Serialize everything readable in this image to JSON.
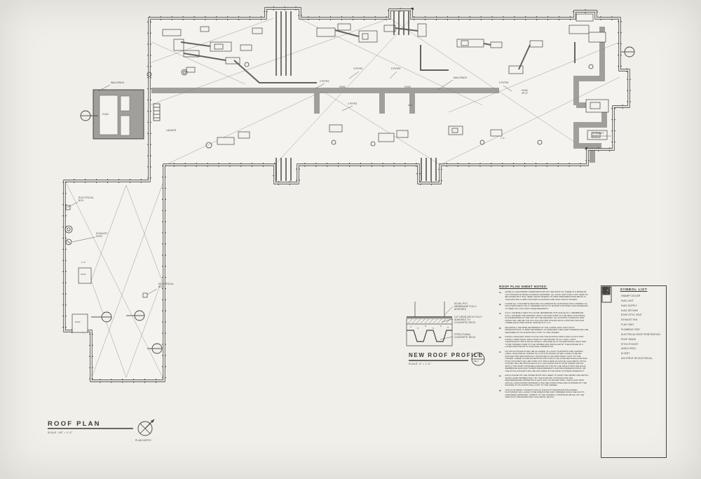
{
  "colors": {
    "paper": "#f1efea",
    "line": "#45443f",
    "thin": "#6f6e6a",
    "walkpad": "#a09f9b"
  },
  "titles": {
    "roof_plan_label": "ROOF PLAN",
    "roof_plan_scale": "SCALE: 1/8\" = 1'-0\"",
    "plan_north_label": "PLAN NORTH",
    "profile_label": "NEW ROOF PROFILE",
    "profile_scale": "SCALE: 3\" = 1'-0\"",
    "profile_bubble_top": "1",
    "profile_bubble_bottom": "RD-1"
  },
  "plan": {
    "walkpads": "WALKPADS",
    "hvac": "HVAC",
    "hvac_29": "HVAC\n29'-6\"",
    "ladder": "LADDER",
    "electrical_box": "ELECTRICAL\nBOX",
    "exhaust_vent": "EXHAUST\nVENT",
    "pipes_2": "2 PIPES",
    "pipes_3": "3 PIPES",
    "pipes_5": "5 PIPES",
    "dim_8_8": "8'-8\"",
    "dim_7_6": "7'-6\"",
    "dim_3_4": "3'-4\""
  },
  "profile": {
    "callout1": "60 MIL PVC\nMEMBRANE FULLY\nADHERED",
    "callout2": "1/4\" DENS-DECK FULLY\nADHERED TO\nCONCRETE DECK",
    "callout3": "STRUCTURAL\nCONCRETE DECK"
  },
  "sheet_notes": {
    "title": "ROOF PLAN SHEET NOTES:",
    "notes": [
      {
        "id": "A/",
        "text": "RAISE ALL EQUIPMENT PENETRATIONS ON THE ROOF SO THERE IS A MINIMUM OF 8 INCHES OF BASE FLASHING EXPOSED. ALL HVAC UNITS WILL NOT NEED TO BE RAISED BUT WILL NEED SHORT RISERS OF NEW PREFABRICATED METAL IF THE EXISTING CURB COUNTER FLASHINGS ARE LESS THAN 8 INCHES."
      },
      {
        "id": "B/",
        "text": "COVER ALL CONCRETE DECKING ON HORIZONTAL SURFACES WITH PRIMED 1/2 INCH DENS-DECK FULLY ADHERED WITH SLY BOARD LOW RISE FOAM ADHESIVE TO MEET FM 1-90 UPLIFT REQUIREMENTS."
      },
      {
        "id": "C/",
        "text": "FULLY ADHERE A NEW PVC 60 MIL MEMBRANE WITH EAGLE PLY. MEMBRANE FULLY ADHERE THE PARAPET WALLS UP AND OVER TO THE NEW CLAD METAL PLATE/BANDING AT THE TOP OF THE PARAPET. ALL EXISTING CONDUITS AND PIPING WILL BE SET ON PVC PILLOW PIPE STANDS WITH A PROTECTION PAD UNDER EACH PIPE STAND, SPACED 8'-0\" O.C."
      },
      {
        "id": "D/",
        "text": "RE-INSTALL THE BIRD DETERRENT AT THE LARGE HVAC WITH DUCT PENETRATIONS. IF BIRD DETERRENT IS DAMAGED THEN NEW SCREENS WILL BE REQUIRED AT NO ADDITIONAL COST TO THE OWNER."
      },
      {
        "id": "E/",
        "text": "INSTALL WALKWAY PADS TO FOLLOW THE EXISTING WALK PAD LAYOUT AND INSTALL ADDITIONAL WALK PADS AT THE DOORS OF ALL HVAC UNITS THROUGHOUT BOTH ROOF LEVELS. PROVIDE 50 LF OF ADDITIONAL WALK PAD TO BE TURNED OVER TO THE OWNER AND INSTALLED BY THE ROOFER AT A LATER DATE PRIOR TO THE FINAL INSPECTION."
      },
      {
        "id": "F/",
        "text": "NO PITCH POCKETS WILL BE ALLOWED. ALL DUCT SUPPORTS AND COPPER LINES / ELECTRICAL WIRING IN A COTTON STAND-UP WILL HAVE TO BE RE-ROUTED AND MECHANICALLY MOUNTED AT AN ADDITIONAL COST TO THE OWNER. THERE IS ONE EXCEPTION AND THIS IS THE LONG RECTANGULAR BOX PITCH POCKETS WILL BE TORN OUT AND A NEW 24 GAUGE CLAD METAL PITCH POCKET WILL BE INSTALLED AT ALL LOCATIONS WITH A NON SHRINK GROUT WITH A TWO PART POURABLE SEALER ON TOP OF THE GROUT PER THE ROOF MEMBRANE MANUFACTURERS REQUIREMENTS AND RECOMMENDATIONS. NB THE PITCH POCKETS WILL BE INCLUDED IN THE ROOF SYSTEMS WARRANTY."
      },
      {
        "id": "G/",
        "text": "EACH PHASE ON THE UPPER ROOF WILL NEED TO HAVE THE SEAMS AND DETAIL WORK HAND PROBED DAILY BY THE ROOFING CONTRACTOR AND REPAIRED/MADE WATERTIGHT EACH DAY AS EXCEPTIONS. THE FLOOD TEST AND ALL ASSOCIATED MATERIALS WILL BE CONDUCTED AND SUPPLIED BY THE ROOFER AT NO ADDITIONAL COST TO THE OWNER."
      },
      {
        "id": "H/",
        "text": "THE CLAD METAL COVER PLATE AT THE DUCT PENETRATIONS RAISED PLATFORMS WILL HAVE TO BE FABRICATED AND TRIMMED ONCE THE DUCTS HAVE BEEN REMOVED. SUBMIT TO THE OWNER A COMPLETE DETAIL OF THE NEW DUCT RECEIVER AND CLAD METAL DETAIL."
      }
    ]
  },
  "symbol_list": {
    "title": "SYMBOL LIST",
    "items": [
      {
        "name": "swamp-cooler",
        "label": "SWAMP COOLER"
      },
      {
        "name": "hvac-unit",
        "label": "HVAC UNIT"
      },
      {
        "name": "hvac-supply",
        "label": "HVAC SUPPLY"
      },
      {
        "name": "hvac-return",
        "label": "HVAC RETURN"
      },
      {
        "name": "roof-attic-vent",
        "label": "ROOF ATTIC VENT"
      },
      {
        "name": "exhaust-fan",
        "label": "EXHAUST FAN"
      },
      {
        "name": "flue-vent",
        "label": "FLUE VENT"
      },
      {
        "name": "plumbing-vent",
        "label": "PLUMBING VENT"
      },
      {
        "name": "electrical-roof-penetration",
        "label": "ELECTRICAL ROOF PENETRATION"
      },
      {
        "name": "roof-drain",
        "label": "ROOF DRAIN"
      },
      {
        "name": "pitch-pocket",
        "label": "PITCH POCKET"
      },
      {
        "name": "angle-iron",
        "label": "ANGLE IRON"
      },
      {
        "name": "b-vent",
        "label": "B-VENT"
      },
      {
        "name": "uni-strut",
        "label": "UNI STRUT W/ ELECTRICAL"
      }
    ]
  }
}
